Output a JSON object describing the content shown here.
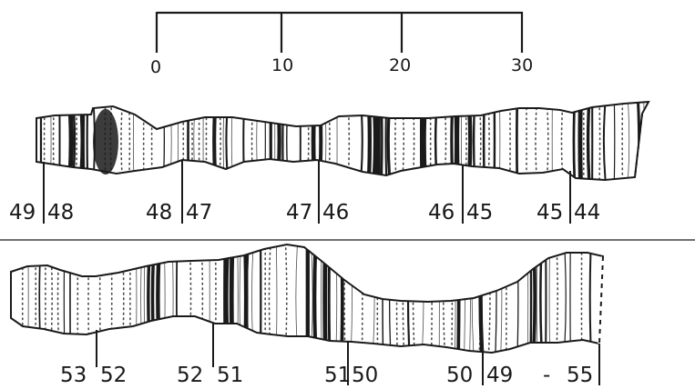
{
  "scale_bar": {
    "ticks": [
      "0",
      "10",
      "20",
      "30"
    ]
  },
  "upper_strip": {
    "labels": [
      "49",
      "48",
      "48",
      "47",
      "47",
      "46",
      "46",
      "45",
      "45",
      "44"
    ]
  },
  "lower_strip": {
    "labels": [
      "53",
      "52",
      "52",
      "51",
      "51",
      "50",
      "50",
      "49",
      "-",
      "55"
    ]
  },
  "colors": {
    "ink": "#1a1a1a",
    "paper": "#ffffff",
    "stipple": "#4a4a4a"
  }
}
